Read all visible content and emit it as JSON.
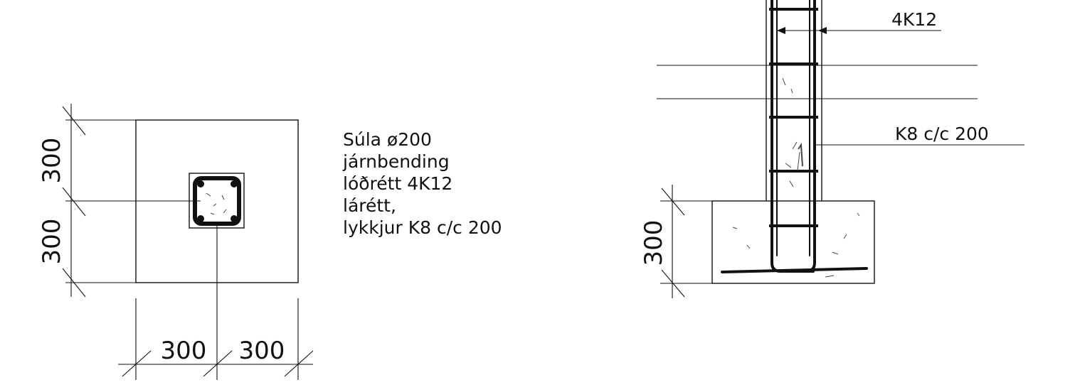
{
  "plan": {
    "dim_left_top": "300",
    "dim_left_bottom": "300",
    "dim_bottom_left": "300",
    "dim_bottom_right": "300"
  },
  "note": {
    "lines": [
      "Súla ø200",
      "járnbending",
      "lóðrétt 4K12",
      "lárétt,",
      "lykkjur K8 c/c 200"
    ]
  },
  "section": {
    "label_vertical_bars": "4K12",
    "label_ties": "K8 c/c 200",
    "dim_footing_height": "300"
  }
}
